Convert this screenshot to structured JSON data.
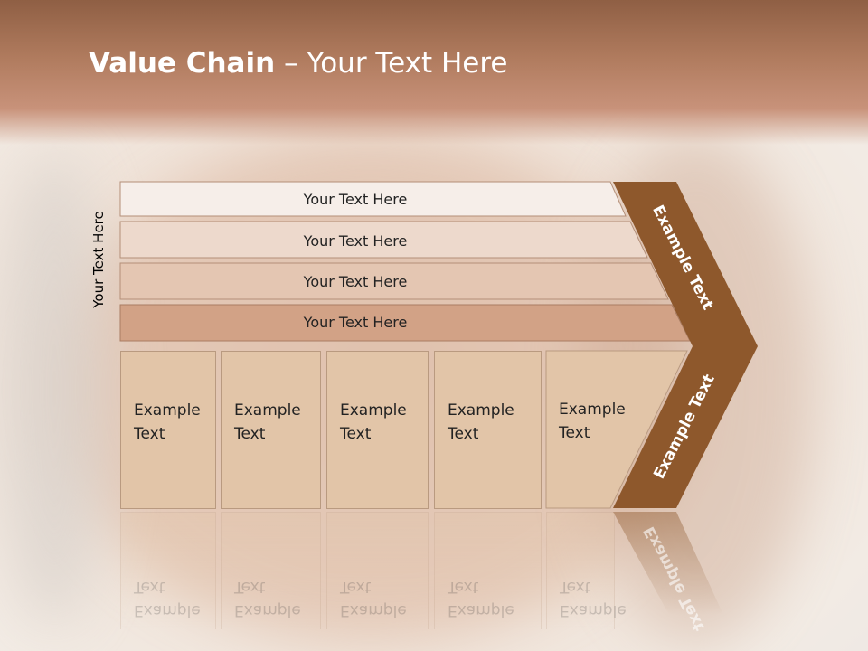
{
  "slide": {
    "title_bold": "Value Chain",
    "title_rest": " – Your Text Here",
    "side_label": "Your Text Here",
    "rows": [
      "Your Text Here",
      "Your Text Here",
      "Your Text Here",
      "Your Text Here"
    ],
    "boxes": [
      {
        "line1": "Example",
        "line2": "Text"
      },
      {
        "line1": "Example",
        "line2": "Text"
      },
      {
        "line1": "Example",
        "line2": "Text"
      },
      {
        "line1": "Example",
        "line2": "Text"
      },
      {
        "line1": "Example",
        "line2": "Text"
      }
    ],
    "chevron_upper": "Example Text",
    "chevron_lower": "Example Text"
  },
  "colors": {
    "title_band": "#a66f52",
    "chevron": "#8e582c",
    "row1": "#f6eee9",
    "row2": "#edd9cc",
    "row3": "#e4c6b2",
    "row4": "#d2a286",
    "box": "#e2c5a8"
  }
}
